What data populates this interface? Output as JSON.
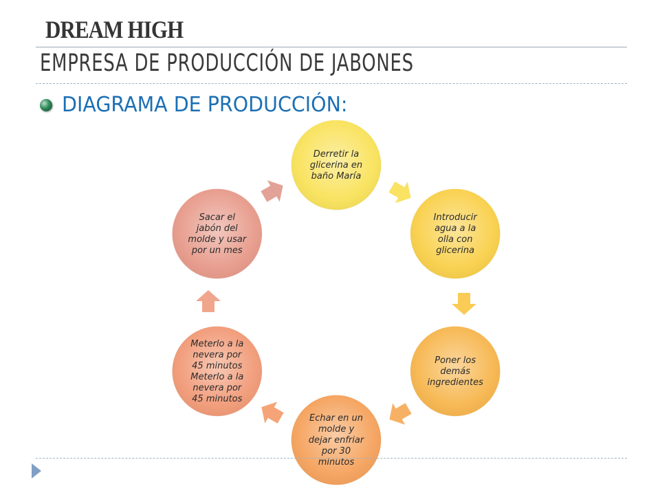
{
  "header": {
    "title": "DREAM HIGH",
    "subtitle": "EMPRESA DE PRODUCCIÓN DE JABONES"
  },
  "section": {
    "heading": "DIAGRAMA DE PRODUCCIÓN:"
  },
  "diagram": {
    "steps": [
      {
        "label": "Derretir la glicerina en baño María",
        "lines": [
          "Derretir la",
          "glicerina en",
          "baño María"
        ],
        "color": "#f9e25a"
      },
      {
        "label": "Introducir agua a la olla con glicerina",
        "lines": [
          "Introducir",
          "agua a la",
          "olla con",
          "glicerina"
        ],
        "color": "#f9d04a"
      },
      {
        "label": "Poner los demás ingredientes",
        "lines": [
          "Poner los",
          "demás",
          "ingredientes"
        ],
        "color": "#f7b64e"
      },
      {
        "label": "Echar en un molde y dejar enfriar por 30 minutos",
        "lines": [
          "Echar en un",
          "molde y",
          "dejar enfriar",
          "por 30",
          "minutos"
        ],
        "color": "#f5a25c"
      },
      {
        "label": "Meterlo a la nevera por 45 minutos Meterlo a la nevera por 45 minutos",
        "lines": [
          "Meterlo a la",
          "nevera por",
          "45 minutos",
          "Meterlo a la",
          "nevera por",
          "45 minutos"
        ],
        "color": "#f19a77"
      },
      {
        "label": "Sacar el jabón del molde y usar por un mes",
        "lines": [
          "Sacar el",
          "jabón del",
          "molde y usar",
          "por un mes"
        ],
        "color": "#e79a8a"
      }
    ],
    "arrow_colors": [
      "#f9df52",
      "#f9c744",
      "#f6a954",
      "#f39a68",
      "#ee9c80",
      "#e0988c"
    ]
  }
}
